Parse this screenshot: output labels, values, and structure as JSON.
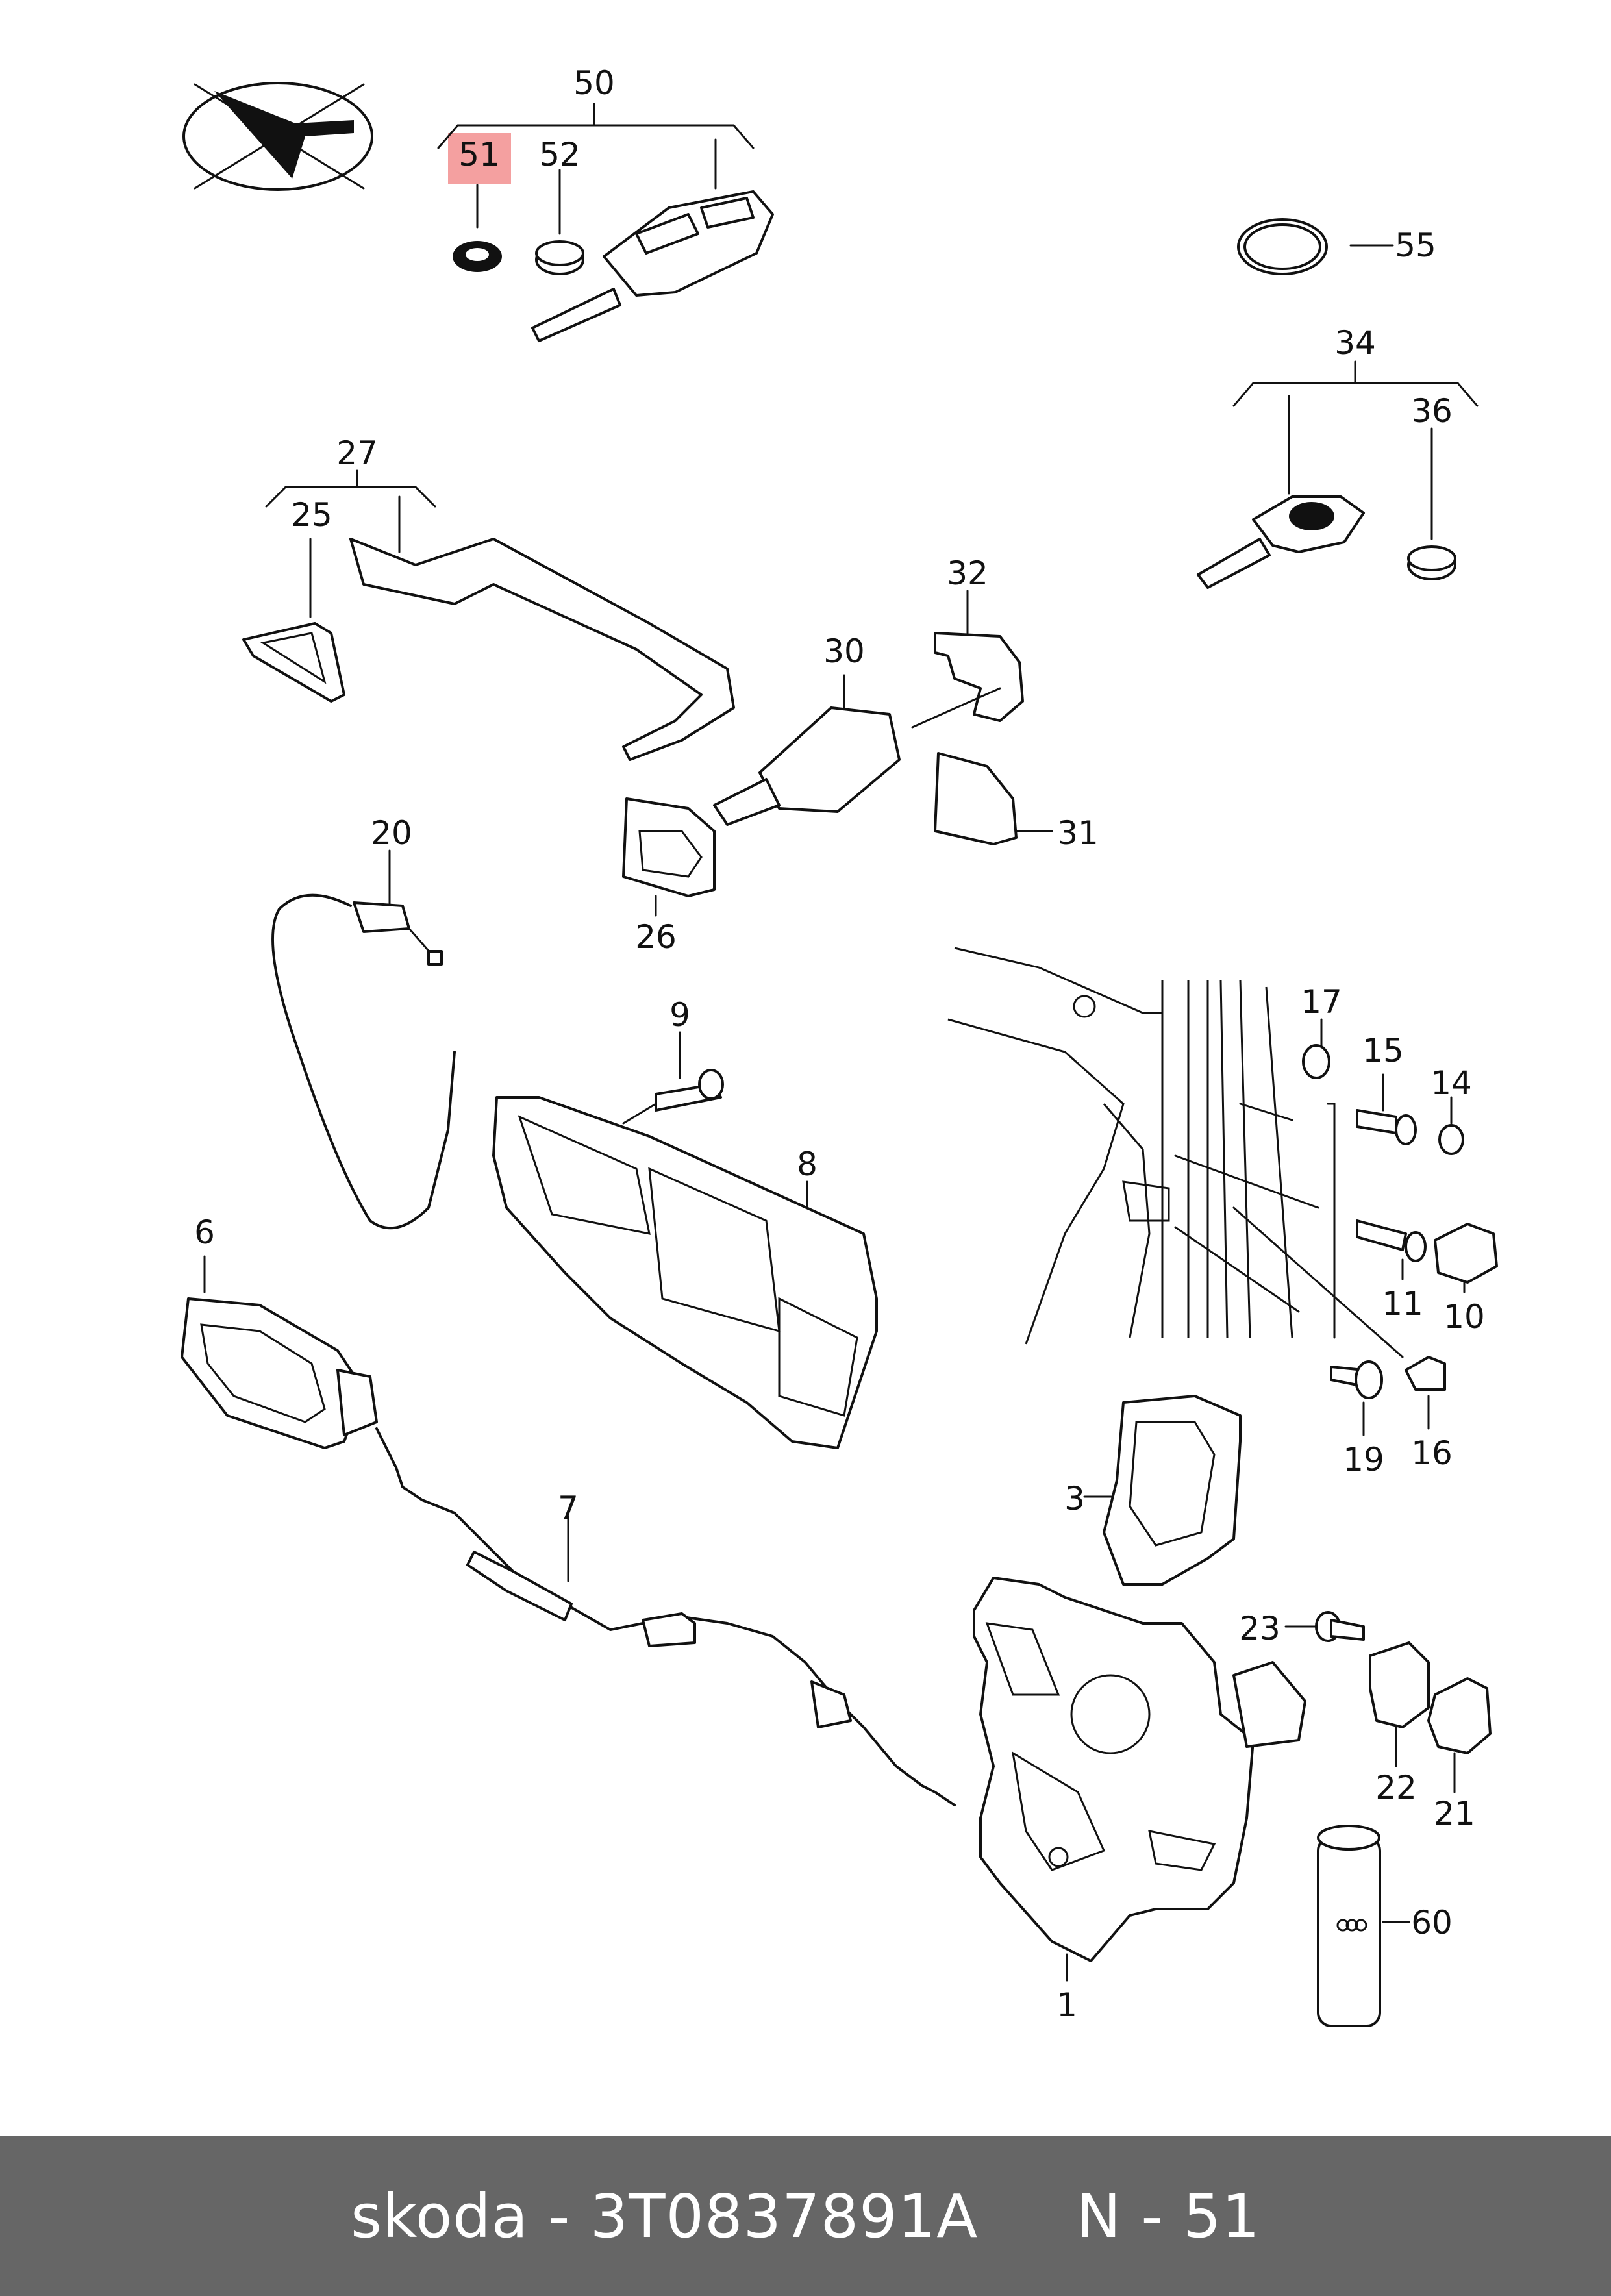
{
  "diagram": {
    "part_labels": {
      "p1": "1",
      "p3": "3",
      "p6": "6",
      "p7": "7",
      "p8": "8",
      "p9": "9",
      "p10": "10",
      "p11": "11",
      "p14": "14",
      "p15": "15",
      "p16": "16",
      "p17": "17",
      "p19": "19",
      "p20": "20",
      "p21": "21",
      "p22": "22",
      "p23": "23",
      "p25": "25",
      "p26": "26",
      "p27": "27",
      "p30": "30",
      "p31": "31",
      "p32": "32",
      "p34": "34",
      "p36": "36",
      "p50": "50",
      "p51": "51",
      "p52": "52",
      "p55": "55",
      "p60": "60"
    },
    "highlighted_part": "51",
    "highlight_color": "#f4a0a0"
  },
  "footer": {
    "text": "skoda - 3T0837891A     N - 51",
    "background": "#666666",
    "color": "#ffffff"
  }
}
